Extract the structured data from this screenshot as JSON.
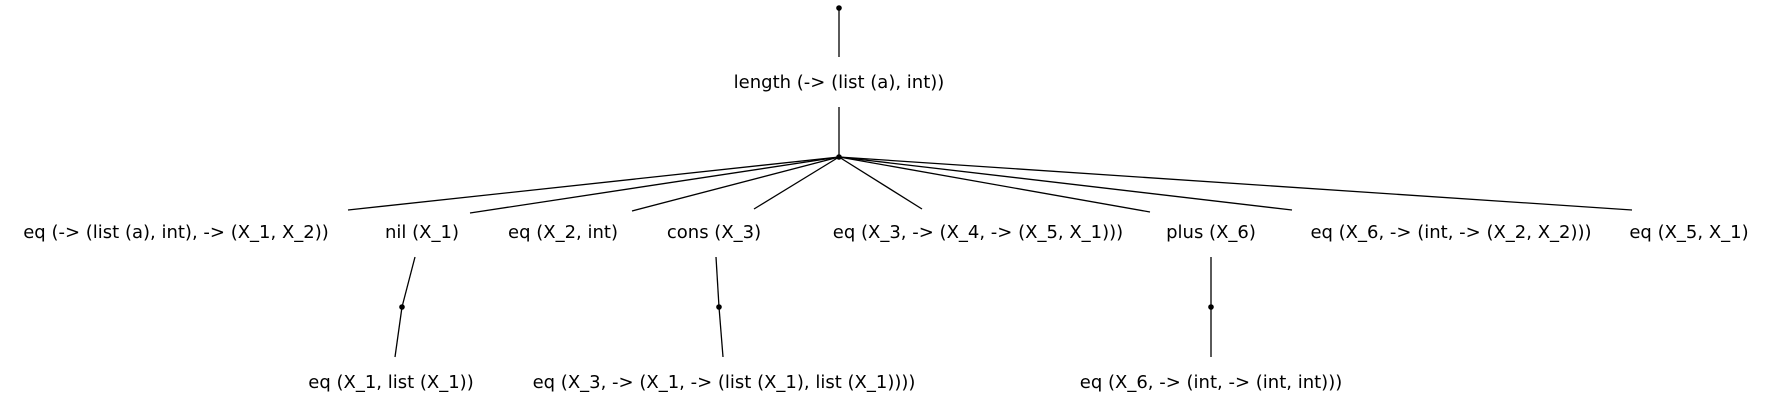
{
  "nodes": {
    "root": {
      "label": "length (-> (list (a), int))"
    },
    "c1": {
      "label": "eq (-> (list (a), int), -> (X_1, X_2))"
    },
    "c2": {
      "label": "nil (X_1)"
    },
    "c3": {
      "label": "eq (X_2, int)"
    },
    "c4": {
      "label": "cons (X_3)"
    },
    "c5": {
      "label": "eq (X_3, -> (X_4, -> (X_5, X_1)))"
    },
    "c6": {
      "label": "plus (X_6)"
    },
    "c7": {
      "label": "eq (X_6, -> (int, -> (X_2, X_2)))"
    },
    "c8": {
      "label": "eq (X_5, X_1)"
    },
    "g1": {
      "label": "eq (X_1, list (X_1))"
    },
    "g2": {
      "label": "eq (X_3, -> (X_1, -> (list (X_1), list (X_1))))"
    },
    "g3": {
      "label": "eq (X_6, -> (int, -> (int, int)))"
    }
  }
}
